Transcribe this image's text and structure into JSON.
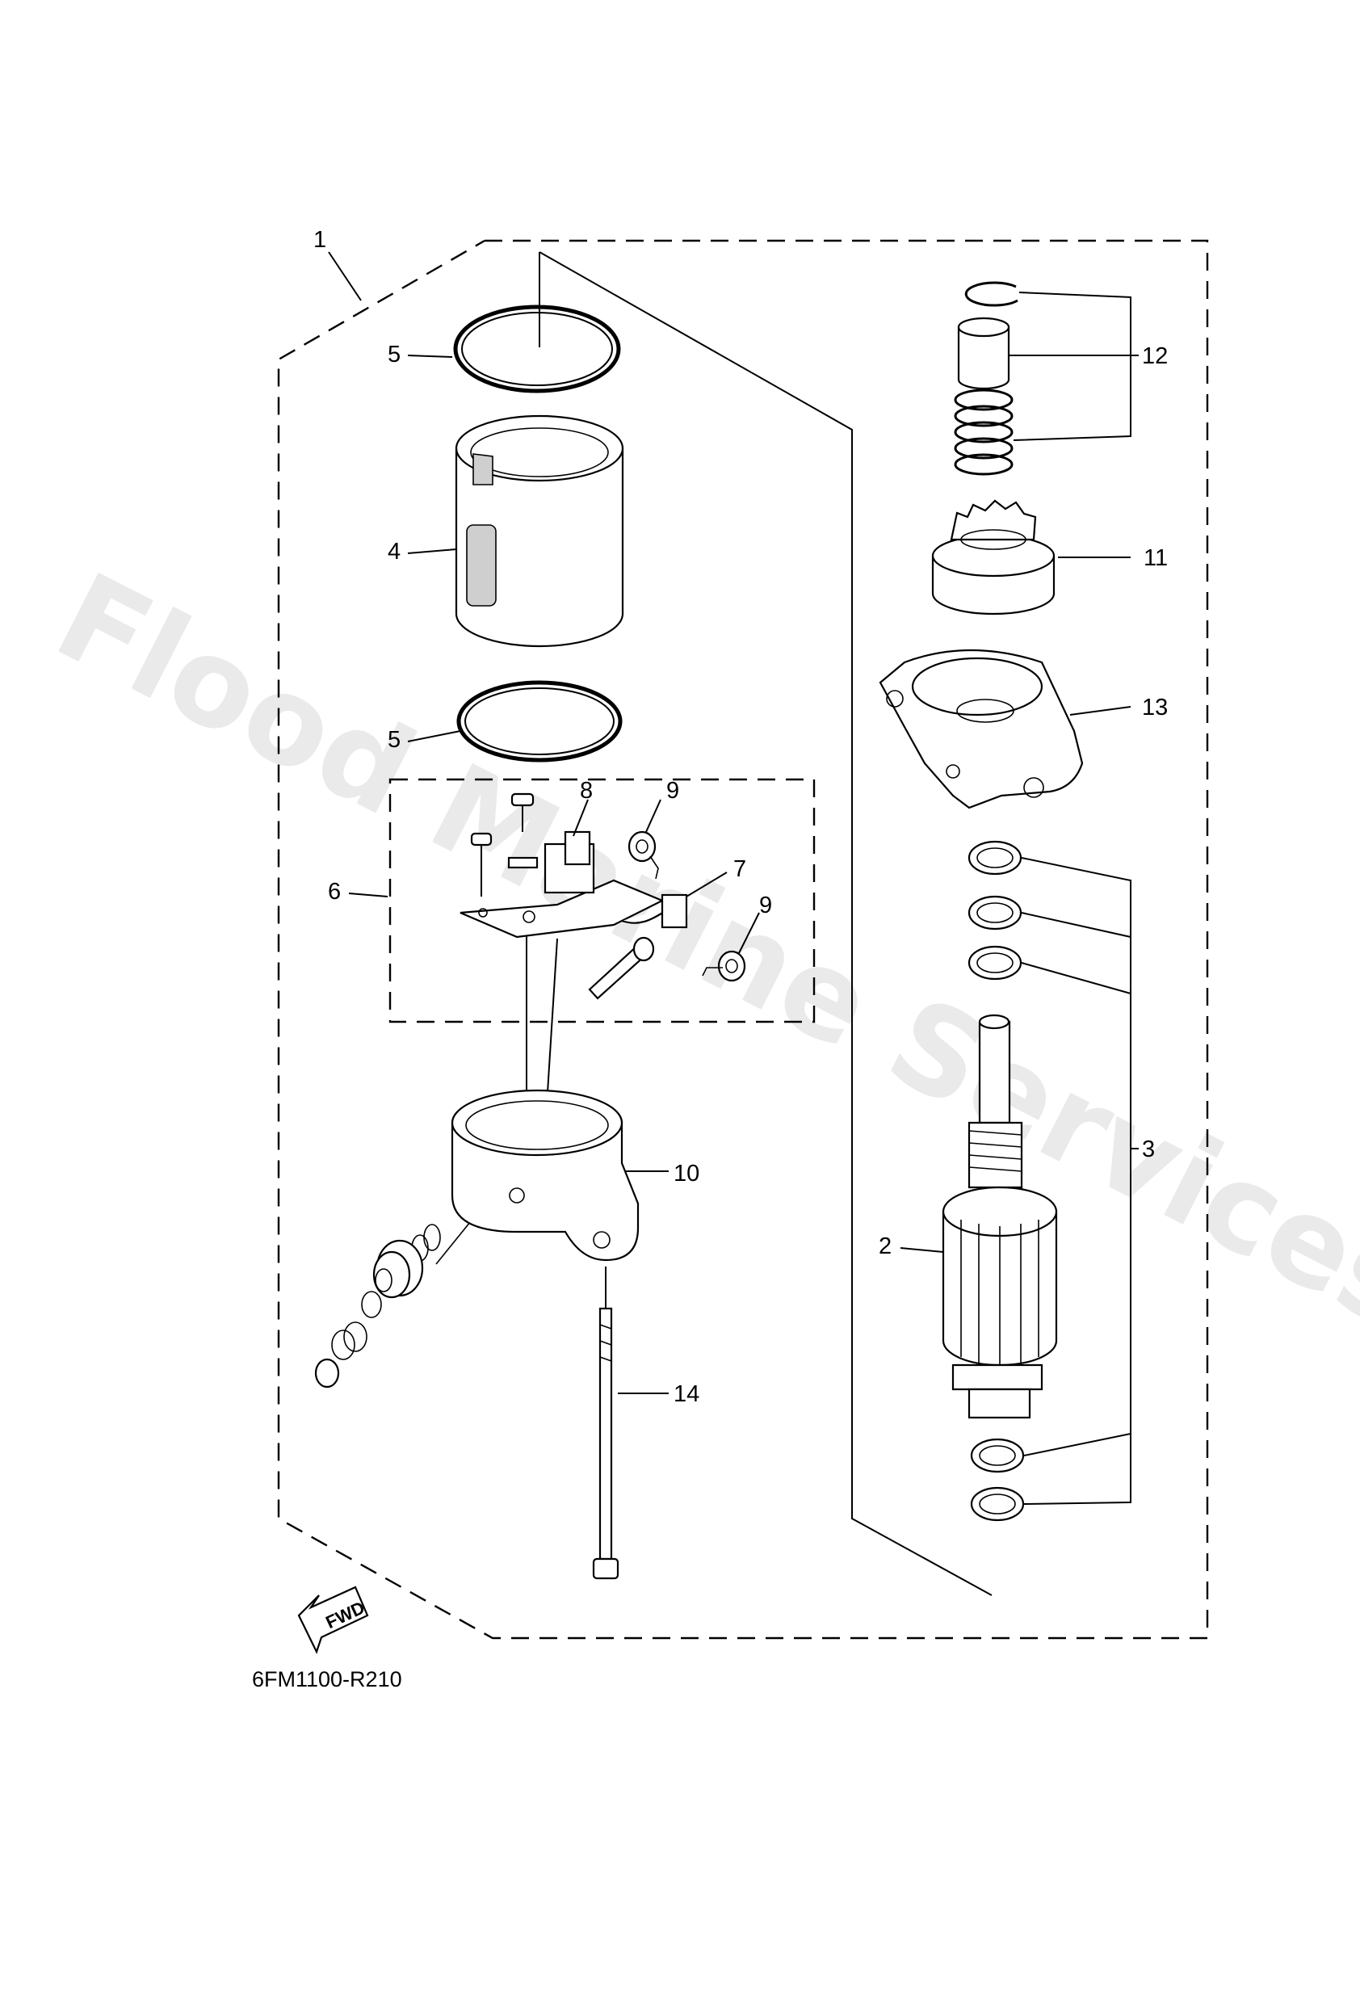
{
  "diagram": {
    "watermark": "Flood Marine Services",
    "drawing_code": "6FM1100-R210",
    "fwd_label": "FWD",
    "callouts": [
      "1",
      "2",
      "3",
      "4",
      "5",
      "5",
      "6",
      "7",
      "8",
      "9",
      "9",
      "10",
      "11",
      "12",
      "13",
      "14"
    ]
  }
}
